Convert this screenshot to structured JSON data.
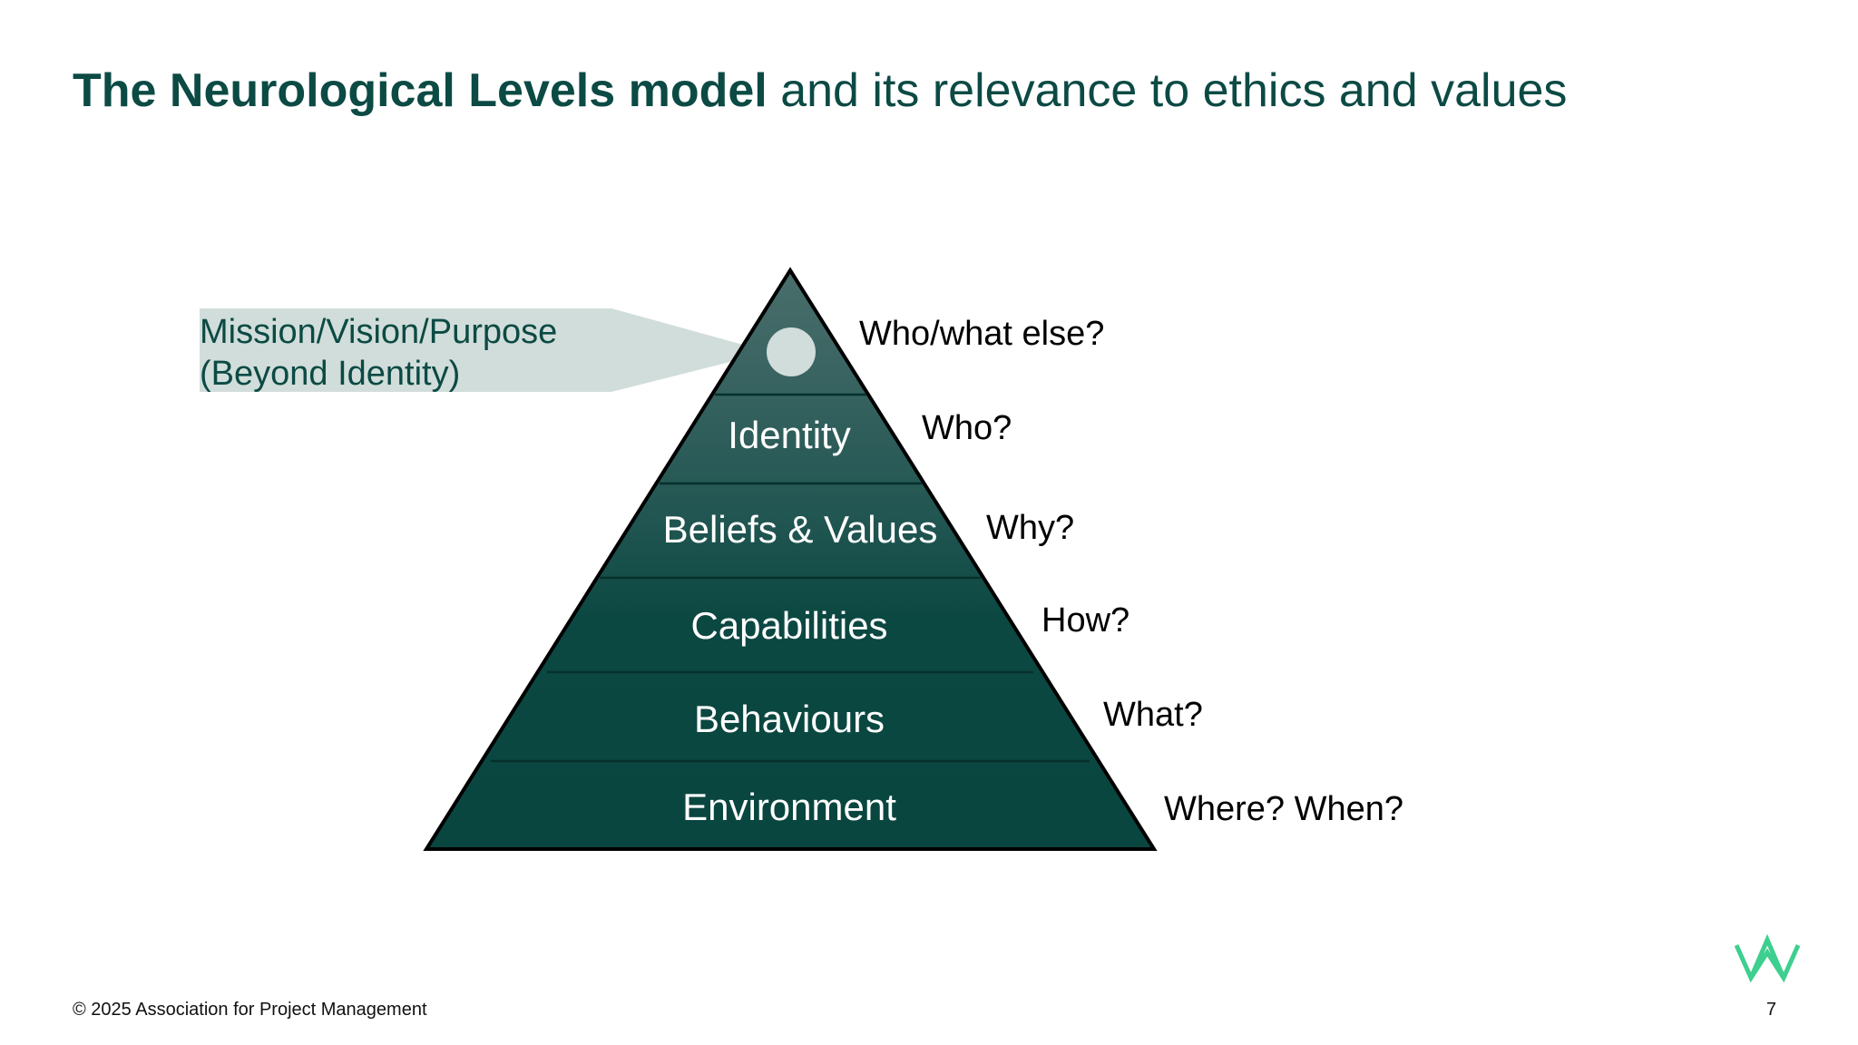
{
  "title": {
    "bold": "The Neurological Levels model",
    "rest": " and its relevance to ethics and values"
  },
  "callout": {
    "line1": "Mission/Vision/Purpose",
    "line2": "(Beyond Identity)"
  },
  "levels": [
    {
      "label": "",
      "question": "Who/what else?"
    },
    {
      "label": "Identity",
      "question": "Who?"
    },
    {
      "label": "Beliefs & Values",
      "question": "Why?"
    },
    {
      "label": "Capabilities",
      "question": "How?"
    },
    {
      "label": "Behaviours",
      "question": "What?"
    },
    {
      "label": "Environment",
      "question": "Where? When?"
    }
  ],
  "footer": {
    "copyright": "© 2025 Association for Project Management",
    "page_number": "7"
  },
  "logo": {
    "icon": "apm-crown-logo-icon"
  },
  "colors": {
    "title": "#0c4a44",
    "pyramid_top": "#3d6563",
    "pyramid_bottom": "#0a4640",
    "callout_bg": "#d1ddda",
    "logo": "#3ecf8e"
  }
}
